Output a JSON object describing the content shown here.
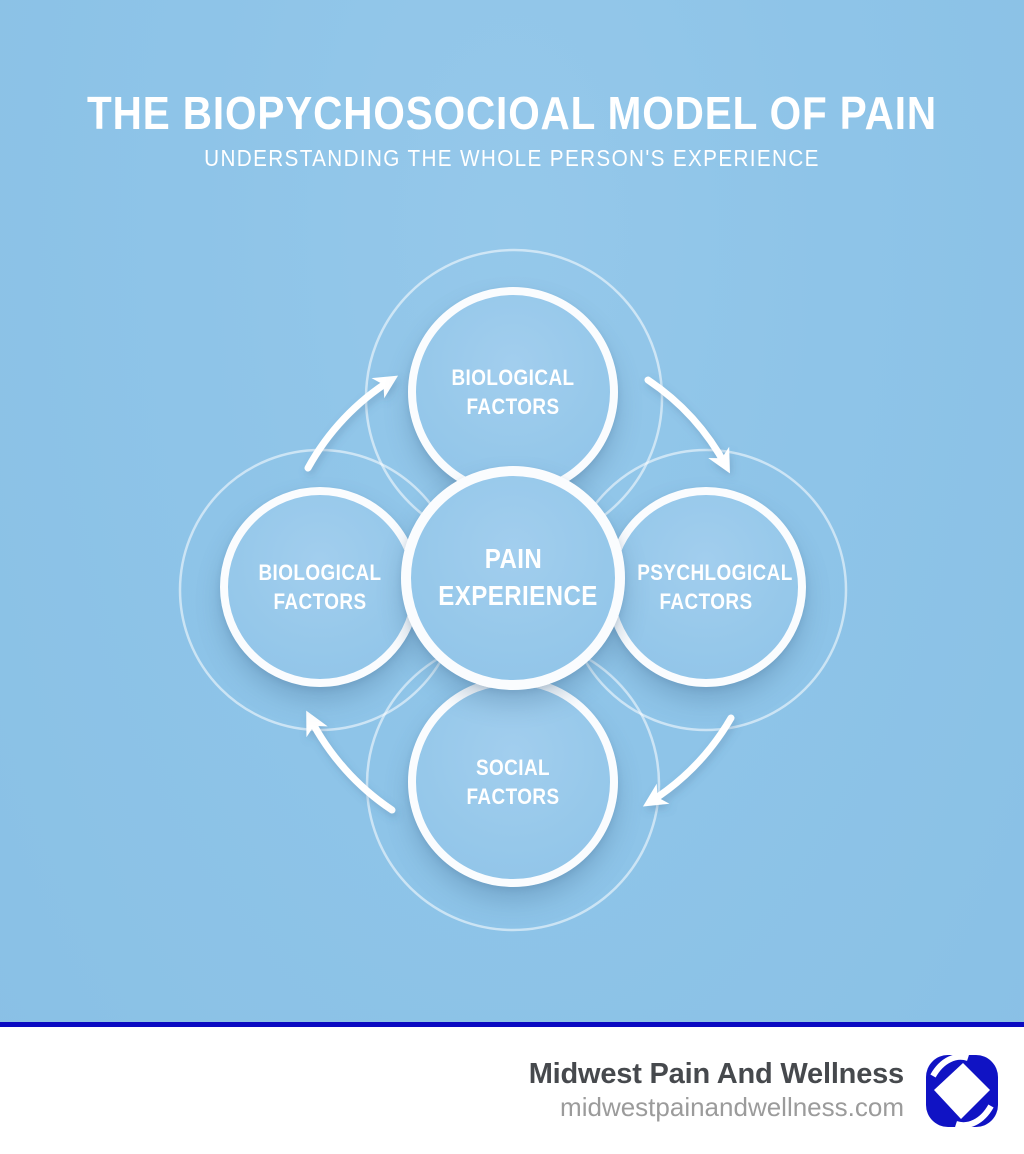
{
  "header": {
    "title": "THE BIOPYCHOSOCIOAL MODEL OF PAIN",
    "subtitle": "UNDERSTANDING THE WHOLE PERSON'S EXPERIENCE"
  },
  "diagram": {
    "center": {
      "label": "PAIN EXPERIENCE"
    },
    "nodes": [
      {
        "position": "top",
        "label": "BIOLOGICAL FACTORS"
      },
      {
        "position": "left",
        "label": "BIOLOGICAL FACTORS"
      },
      {
        "position": "right",
        "label": "PSYCHLOGICAL FACTORS"
      },
      {
        "position": "bottom",
        "label": "SOCIAL FACTORS"
      }
    ],
    "arrows": [
      {
        "from": "left",
        "to": "top"
      },
      {
        "from": "top",
        "to": "right"
      },
      {
        "from": "right",
        "to": "bottom"
      },
      {
        "from": "bottom",
        "to": "left"
      }
    ],
    "flow_direction": "clockwise"
  },
  "footer": {
    "brand": "Midwest Pain And Wellness",
    "website": "midwestpainandwellness.com",
    "logo_icon": "blue-diamond-pinwheel-logo"
  },
  "colors": {
    "background": "#8ec4e8",
    "circle_fill": "#96c8ea",
    "circle_border": "#fafcfe",
    "ring": "rgba(255,255,255,0.55)",
    "text_white": "#ffffff",
    "divider_blue": "#0a0ac2",
    "logo_blue": "#1013c4",
    "brand_text": "#46494d",
    "website_text": "#9b9b9b"
  }
}
